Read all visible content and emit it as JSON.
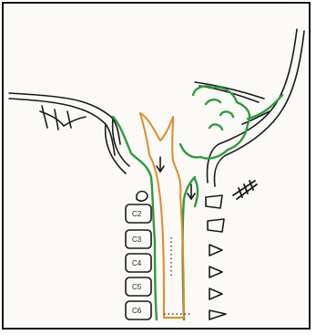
{
  "colors": {
    "outline": "#1a1a1a",
    "mucosa": "#2f9a3e",
    "airway": "#e08a2a",
    "paper": "#fbfaf7"
  },
  "vertebrae_labels": [
    "C2",
    "C3",
    "C4",
    "C5",
    "C6"
  ],
  "icons": {
    "arrow": "down-arrow-icon",
    "feathered_arrow": "feathered-arrow-icon"
  }
}
